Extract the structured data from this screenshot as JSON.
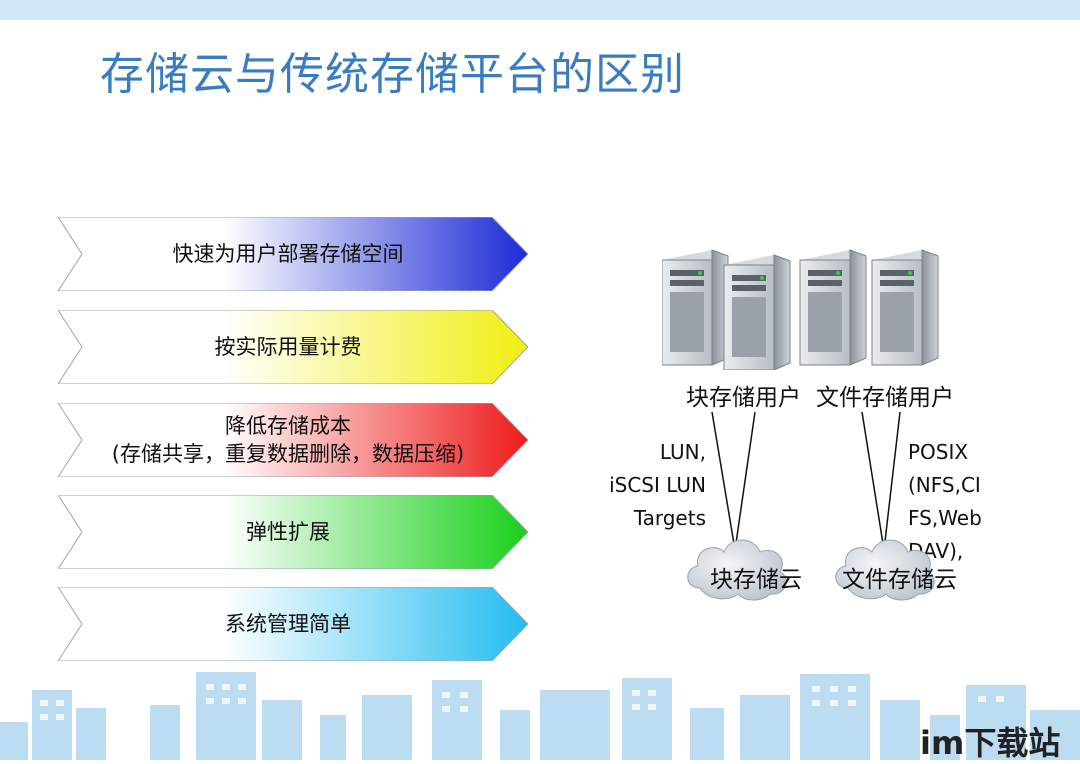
{
  "slide": {
    "title": "存储云与传统存储平台的区别",
    "features": [
      {
        "line1": "快速为用户部署存储空间",
        "line2": "",
        "color": "#1c2bd6"
      },
      {
        "line1": "按实际用量计费",
        "line2": "",
        "color": "#f0ee10"
      },
      {
        "line1": "降低存储成本",
        "line2": "(存储共享，重复数据删除，数据压缩)",
        "color": "#ee1a1a"
      },
      {
        "line1": "弹性扩展",
        "line2": "",
        "color": "#18d01a"
      },
      {
        "line1": "系统管理简单",
        "line2": "",
        "color": "#24bdf0"
      }
    ],
    "diagram": {
      "block_user_label": "块存储用户",
      "file_user_label": "文件存储用户",
      "block_protocol": [
        "LUN,",
        "iSCSI LUN",
        "Targets"
      ],
      "file_protocol": [
        "POSIX",
        "(NFS,CI",
        "FS,Web",
        "DAV),"
      ],
      "block_cloud_label": "块存储云",
      "file_cloud_label": "文件存储云",
      "server_icon": "server-tower-icon",
      "cloud_icon": "cloud-icon"
    }
  },
  "watermark": "im下载站"
}
